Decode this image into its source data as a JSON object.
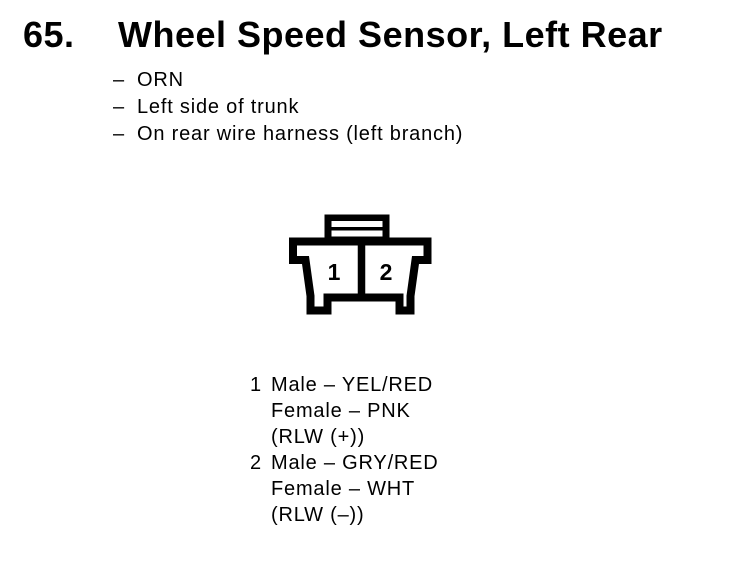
{
  "colors": {
    "ink": "#000000",
    "paper": "#ffffff"
  },
  "header": {
    "item_number": "65.",
    "title": "Wheel Speed Sensor, Left Rear"
  },
  "details": {
    "dash": "–",
    "items": [
      "ORN",
      "Left side of trunk",
      "On rear wire harness (left branch)"
    ]
  },
  "connector": {
    "cavities": [
      {
        "number": "1"
      },
      {
        "number": "2"
      }
    ]
  },
  "legend": {
    "pins": [
      {
        "number": "1",
        "lines": [
          "Male – YEL/RED",
          "Female – PNK",
          "(RLW (+))"
        ]
      },
      {
        "number": "2",
        "lines": [
          "Male – GRY/RED",
          "Female – WHT",
          "(RLW (–))"
        ]
      }
    ]
  }
}
